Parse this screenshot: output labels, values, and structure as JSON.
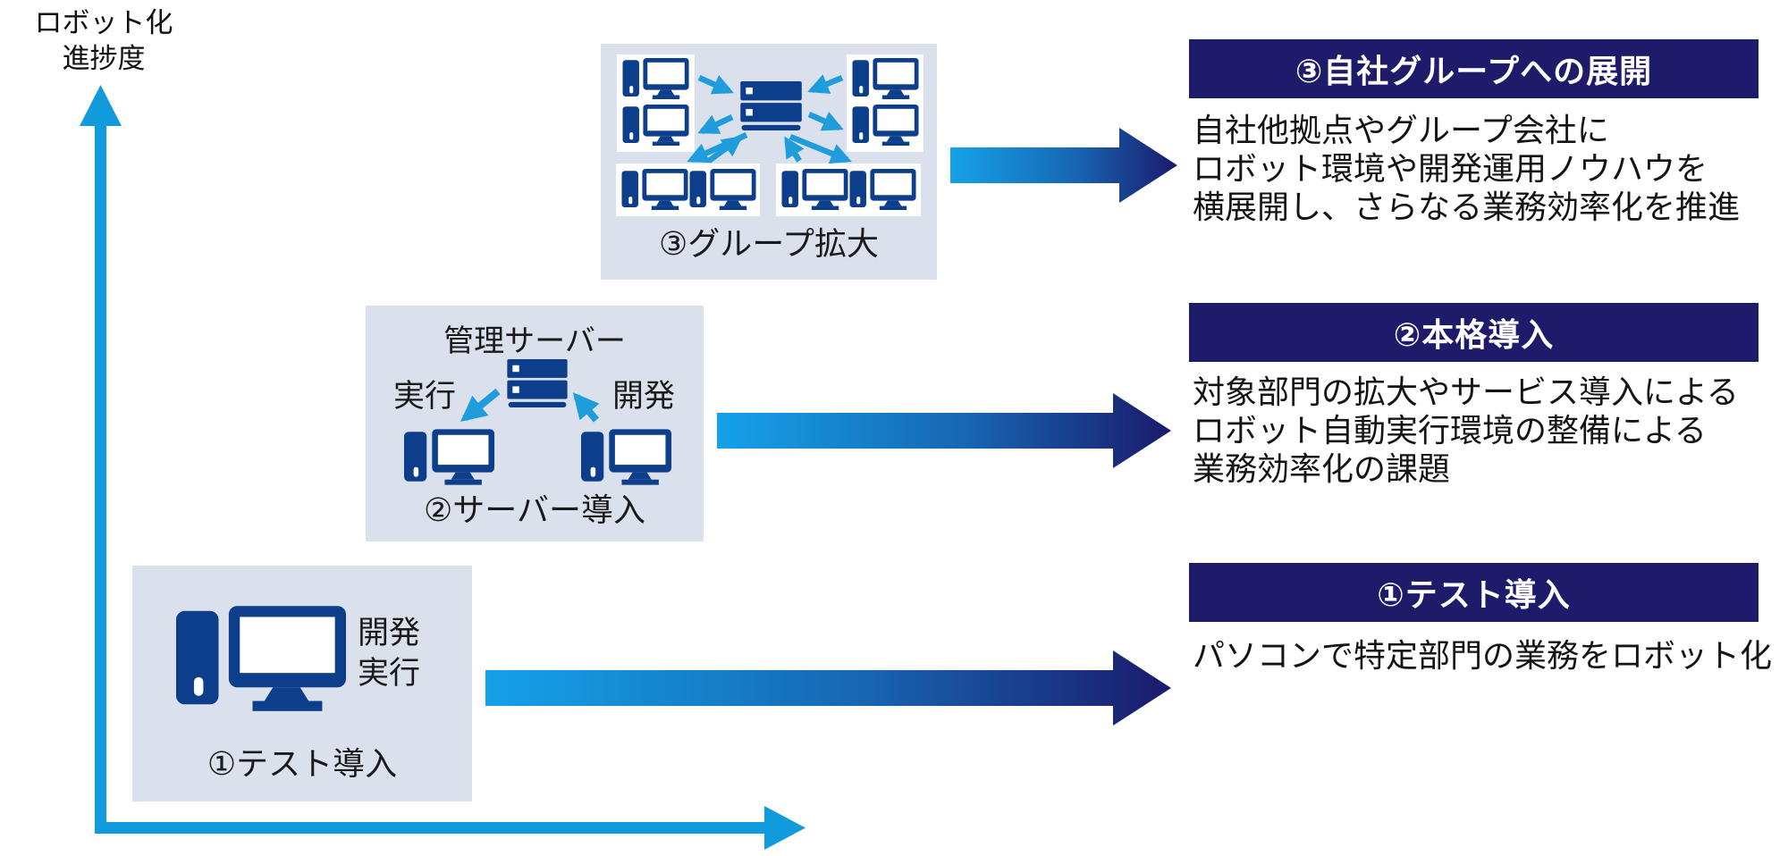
{
  "axis": {
    "y_label_lines": [
      "ロボット化",
      "進捗度"
    ]
  },
  "stages": [
    {
      "box_label": "①テスト導入",
      "box_texts": [
        "開発",
        "実行"
      ],
      "header": "①テスト導入",
      "description": [
        "パソコンで特定部門の業務をロボット化"
      ]
    },
    {
      "box_title": "管理サーバー",
      "left_label": "実行",
      "right_label": "開発",
      "box_label": "②サーバー導入",
      "header": "②本格導入",
      "description": [
        "対象部門の拡大やサービス導入による",
        "ロボット自動実行環境の整備による",
        "業務効率化の課題"
      ]
    },
    {
      "box_label": "③グループ拡大",
      "header": "③自社グループへの展開",
      "description": [
        "自社他拠点やグループ会社に",
        "ロボット環境や開発運用ノウハウを",
        "横展開し、さらなる業務効率化を推進"
      ]
    }
  ],
  "icons": {
    "computer": "desktop-computer-icon",
    "server": "server-icon",
    "axis_arrow": "axis-arrow",
    "flow_arrow": "gradient-flow-arrow"
  },
  "colors": {
    "axis_blue": "#119BDC",
    "diagram_arrow_blue": "#1F9CDC",
    "icon_navy": "#0C3E8C",
    "header_bar_navy": "#1E1B6B",
    "stage_box_bg": "#DAE1ED",
    "flow_arrow_gradient": [
      "#15A2E8",
      "#1766B2",
      "#1B1A6B"
    ],
    "text": "#1A1A1A"
  }
}
